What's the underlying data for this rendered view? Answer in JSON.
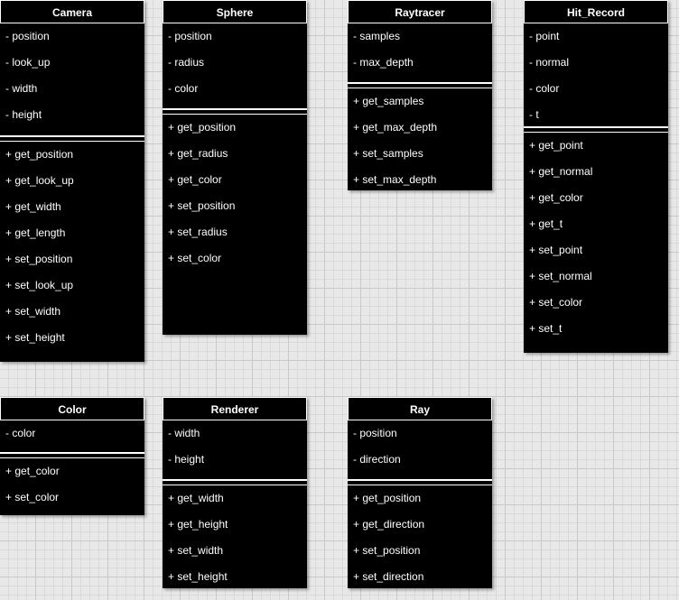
{
  "classes": {
    "camera": {
      "name": "Camera",
      "attributes": [
        "- position",
        "- look_up",
        "- width",
        "- height"
      ],
      "methods": [
        "+ get_position",
        "+ get_look_up",
        "+ get_width",
        "+ get_length",
        "+ set_position",
        "+ set_look_up",
        "+ set_width",
        "+ set_height"
      ]
    },
    "sphere": {
      "name": "Sphere",
      "attributes": [
        "- position",
        "- radius",
        "- color"
      ],
      "methods": [
        "+ get_position",
        "+ get_radius",
        "+ get_color",
        "+ set_position",
        "+ set_radius",
        "+ set_color"
      ]
    },
    "raytracer": {
      "name": "Raytracer",
      "attributes": [
        "- samples",
        "- max_depth"
      ],
      "methods": [
        "+ get_samples",
        "+ get_max_depth",
        "+ set_samples",
        "+ set_max_depth"
      ]
    },
    "hit_record": {
      "name": "Hit_Record",
      "attributes": [
        "- point",
        "- normal",
        "- color",
        "- t"
      ],
      "methods": [
        "+ get_point",
        "+ get_normal",
        "+ get_color",
        "+ get_t",
        "+ set_point",
        "+ set_normal",
        "+ set_color",
        "+ set_t"
      ]
    },
    "color": {
      "name": "Color",
      "attributes": [
        "- color"
      ],
      "methods": [
        "+ get_color",
        "+ set_color"
      ]
    },
    "renderer": {
      "name": "Renderer",
      "attributes": [
        "- width",
        "- height"
      ],
      "methods": [
        "+ get_width",
        "+ get_height",
        "+ set_width",
        "+ set_height"
      ]
    },
    "ray": {
      "name": "Ray",
      "attributes": [
        "- position",
        "- direction"
      ],
      "methods": [
        "+ get_position",
        "+ get_direction",
        "+ set_position",
        "+ set_direction"
      ]
    }
  }
}
